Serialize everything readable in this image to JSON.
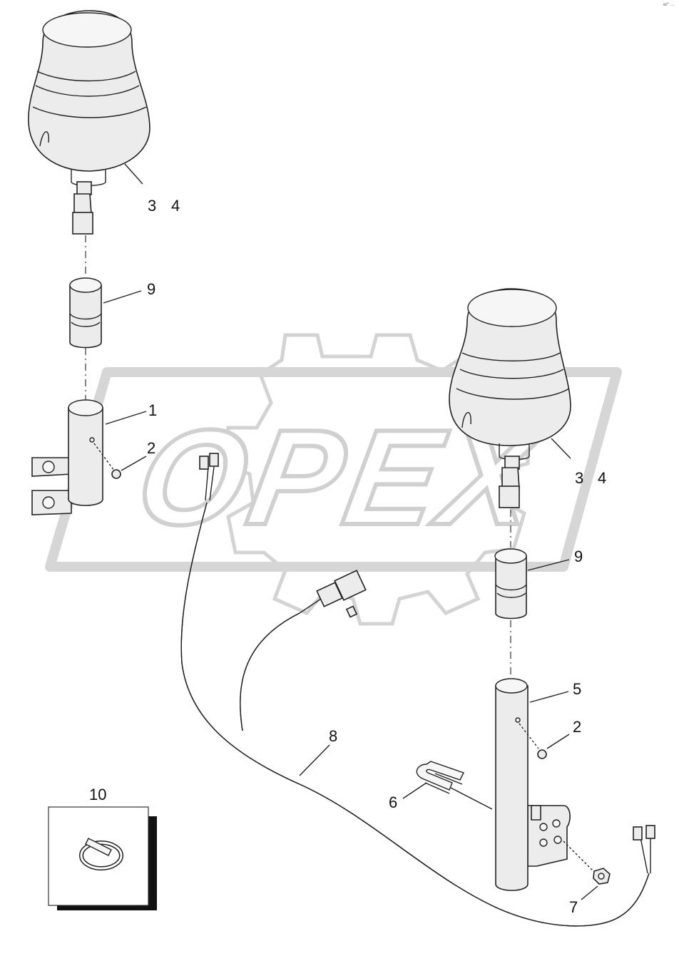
{
  "watermark": {
    "text": "OPEX",
    "icon": "gear-logo-icon"
  },
  "corner_mark": "ю° ...",
  "callouts": {
    "beacon_left_a": "3",
    "beacon_left_b": "4",
    "beacon_right_a": "3",
    "beacon_right_b": "4",
    "adapter_left": "9",
    "adapter_right": "9",
    "bracket_left": "1",
    "setscrew_left": "2",
    "setscrew_right": "2",
    "mast_right": "5",
    "ubolt": "6",
    "nut": "7",
    "harness": "8",
    "clip_kit": "10"
  }
}
